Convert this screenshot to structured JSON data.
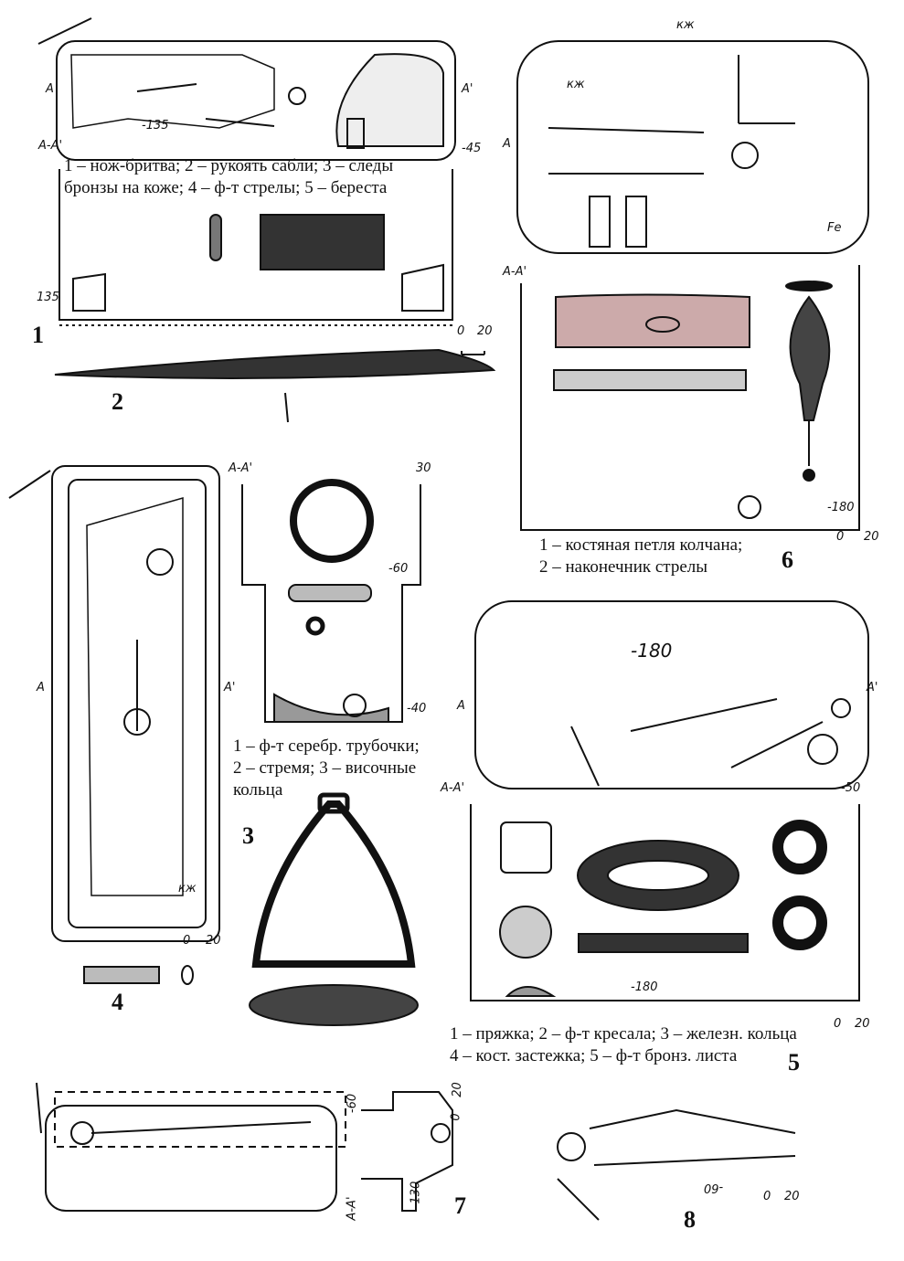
{
  "figures": [
    {
      "number": "1",
      "caption_lines": [
        "1 – нож-бритва; 2 – рукоять сабли; 3 – следы",
        "бронзы на коже; 4 – ф-т стрелы; 5 – береста"
      ],
      "depths": [
        "-135",
        "-45",
        "135"
      ],
      "section": "А-А'",
      "axis": [
        "А",
        "А'"
      ],
      "scale": [
        "0",
        "20"
      ]
    },
    {
      "number": "2"
    },
    {
      "number": "3",
      "caption_lines": [
        "1 – ф-т серебр. трубочки;",
        "2 – стремя; 3 – височные",
        "кольца"
      ],
      "depths": [
        "30",
        "-60",
        "-40"
      ],
      "section": "А-А'",
      "axis": [
        "А",
        "А'"
      ],
      "scale": [
        "0",
        "20"
      ],
      "marks": [
        "кж"
      ]
    },
    {
      "number": "4"
    },
    {
      "number": "5",
      "caption_lines": [
        "1 – пряжка; 2 – ф-т кресала; 3 – железн. кольца",
        "4 – кост. застежка; 5 – ф-т бронз. листа"
      ],
      "depths": [
        "-180",
        "-50",
        "-180"
      ],
      "section": "А-А'",
      "axis": [
        "А",
        "А'"
      ],
      "scale": [
        "0",
        "20"
      ]
    },
    {
      "number": "6",
      "caption_lines": [
        "1 – костяная петля колчана;",
        "2 – наконечник стрелы"
      ],
      "depths": [
        "-180"
      ],
      "section": "А-А'",
      "axis": [
        "А"
      ],
      "scale": [
        "0",
        "20"
      ],
      "marks": [
        "кж",
        "кж",
        "Fe"
      ]
    },
    {
      "number": "7",
      "depths": [
        "-60",
        "-130"
      ],
      "section": "А-А'",
      "scale": [
        "0",
        "20"
      ]
    },
    {
      "number": "8",
      "depths": [
        "-60"
      ],
      "scale": [
        "0",
        "20"
      ]
    }
  ]
}
